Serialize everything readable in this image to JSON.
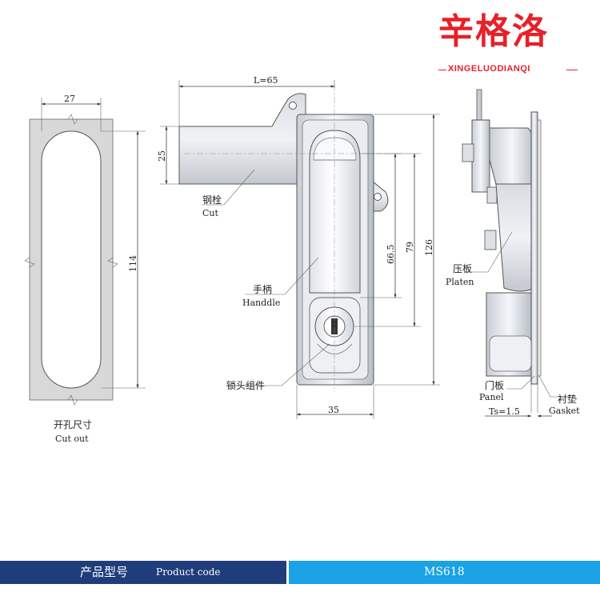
{
  "logo": {
    "cn": "辛格洛",
    "en": "XINGELUODIANQI"
  },
  "cutout": {
    "width": "27",
    "height": "114",
    "label_cn": "开孔尺寸",
    "label_en": "Cut out"
  },
  "front": {
    "length": "L=65",
    "bolt_height": "25",
    "handle_travel": "66.5",
    "lock_offset": "79",
    "total_height": "126",
    "body_width": "35",
    "bolt_cn": "钢栓",
    "bolt_en": "Cut",
    "handle_cn": "手柄",
    "handle_en": "Handdle",
    "lock_cn": "锁头组件"
  },
  "side": {
    "platen_cn": "压板",
    "platen_en": "Platen",
    "panel_cn": "门板",
    "panel_en": "Panel",
    "gasket_cn": "衬垫",
    "gasket_en": "Gasket",
    "thickness": "Ts=1.5"
  },
  "footer": {
    "label_cn": "产品型号",
    "label_en": "Product code",
    "value": "MS618"
  },
  "colors": {
    "logo_red": "#e62129",
    "footer_dark": "#1f3d7a",
    "footer_light": "#1aa1e6"
  }
}
